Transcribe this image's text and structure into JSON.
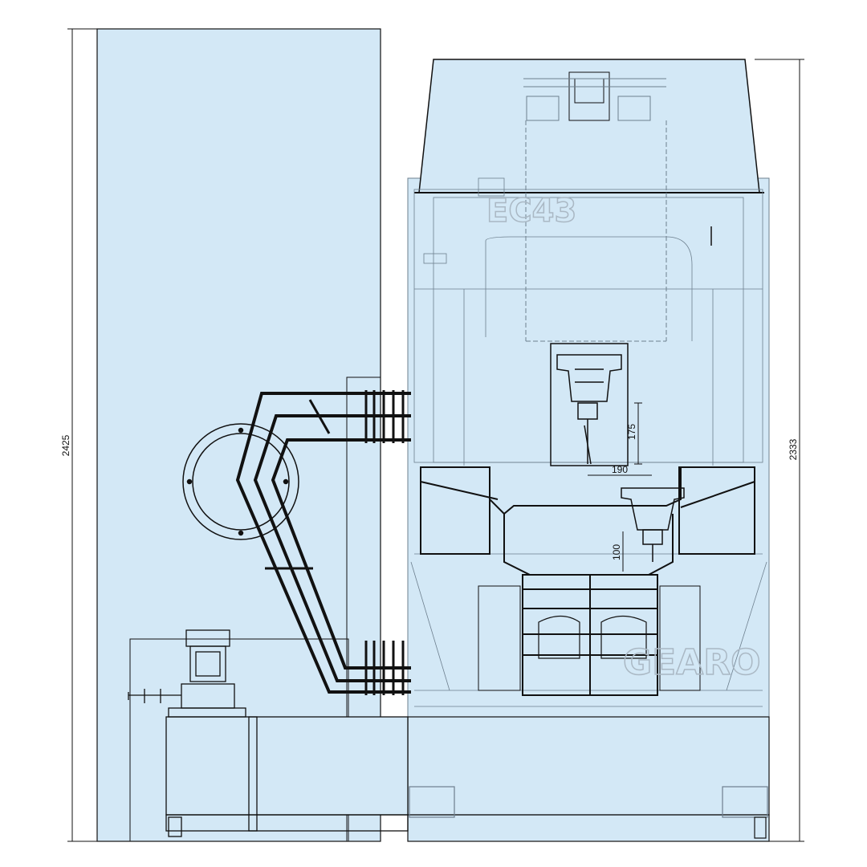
{
  "drawing": {
    "colors": {
      "panel_fill": "#d3e8f6",
      "line": "#111111",
      "faint_line": "#6d7f8e",
      "logo_outline": "#aab8c4",
      "background": "#ffffff"
    },
    "dimensions": {
      "overall_height": "2425",
      "machine_height": "2333",
      "spindle_travel_vertical": "175",
      "spindle_travel_horizontal": "190",
      "table_clearance": "100"
    },
    "labels": {
      "model_mark": "EC43",
      "brand_mark": "GEARO"
    }
  }
}
